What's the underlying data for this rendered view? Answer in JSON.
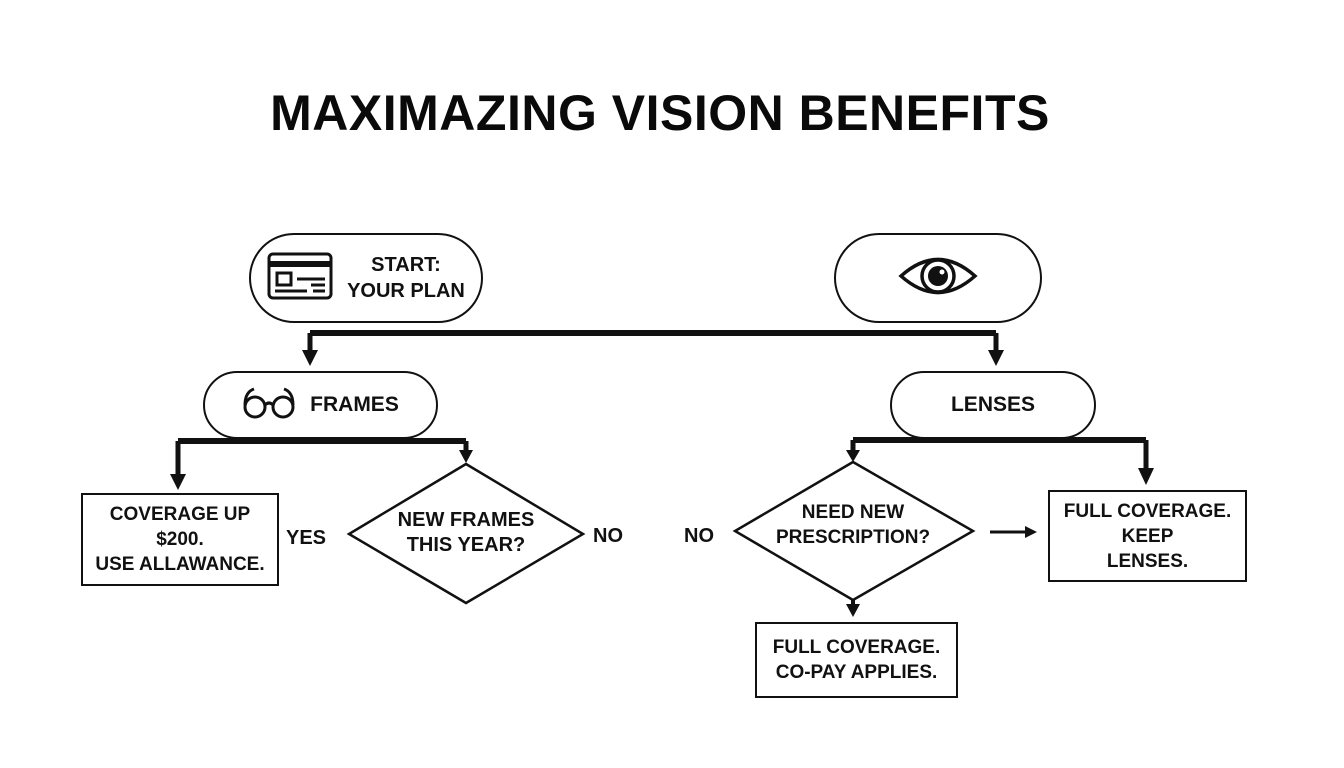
{
  "title": "MAXIMAZING VISION BENEFITS",
  "colors": {
    "stroke": "#111111",
    "background": "#ffffff"
  },
  "nodes": {
    "start": {
      "icon": "id-card-icon",
      "line1": "START:",
      "line2": "YOUR PLAN"
    },
    "eye": {
      "icon": "eye-icon"
    },
    "frames": {
      "icon": "glasses-icon",
      "label": "FRAMES"
    },
    "lenses": {
      "label": "LENSES"
    },
    "frames_decision": {
      "line1": "NEW FRAMES",
      "line2": "THIS YEAR?"
    },
    "lenses_decision": {
      "line1": "NEED NEW",
      "line2": "PRESCRIPTION?"
    },
    "frames_yes": {
      "line1": "COVERAGE UP",
      "line2": "$200.",
      "line3": "USE ALLAWANCE."
    },
    "lenses_keep": {
      "line1": "FULL COVERAGE.",
      "line2": "KEEP",
      "line3": "LENSES."
    },
    "lenses_copay": {
      "line1": "FULL COVERAGE.",
      "line2": "CO-PAY APPLIES."
    }
  },
  "edges": {
    "frames_yes": "YES",
    "frames_no": "NO",
    "lenses_no": "NO"
  }
}
